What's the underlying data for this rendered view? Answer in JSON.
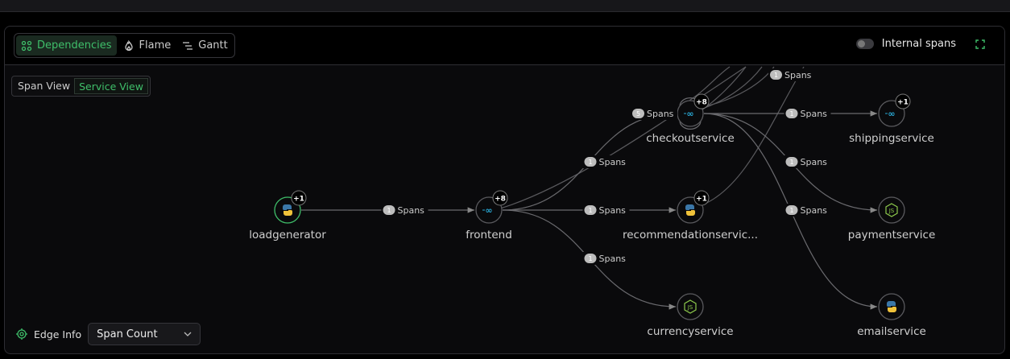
{
  "tabs": [
    {
      "label": "Dependencies",
      "icon": "dependencies-icon",
      "active": true
    },
    {
      "label": "Flame",
      "icon": "flame-icon"
    },
    {
      "label": "Gantt",
      "icon": "gantt-icon"
    }
  ],
  "internal_spans": {
    "label": "Internal spans",
    "enabled": false
  },
  "view_switch": {
    "span_view": "Span View",
    "service_view": "Service View",
    "active": "service"
  },
  "edge_info": {
    "label": "Edge Info",
    "selected": "Span Count"
  },
  "colors": {
    "accent": "#3fbf6a",
    "python": "#3b77a8",
    "go": "#29a9d6",
    "node": "#8cc84b"
  },
  "span_word": "Spans",
  "nodes": [
    {
      "id": "loadgenerator",
      "label": "loadgenerator",
      "lang": "python",
      "badge": "+1",
      "selected": true
    },
    {
      "id": "frontend",
      "label": "frontend",
      "lang": "go",
      "badge": "+8"
    },
    {
      "id": "checkoutservice",
      "label": "checkoutservice",
      "lang": "go",
      "badge": "+8"
    },
    {
      "id": "recommendationservice",
      "label": "recommendationservic...",
      "lang": "python",
      "badge": "+1"
    },
    {
      "id": "currencyservice",
      "label": "currencyservice",
      "lang": "node"
    },
    {
      "id": "shippingservice",
      "label": "shippingservice",
      "lang": "go",
      "badge": "+1"
    },
    {
      "id": "paymentservice",
      "label": "paymentservice",
      "lang": "node"
    },
    {
      "id": "emailservice",
      "label": "emailservice",
      "lang": "python"
    }
  ],
  "edges": [
    {
      "from": "loadgenerator",
      "to": "frontend",
      "count": "1"
    },
    {
      "from": "frontend",
      "to": "checkoutservice",
      "count": "1"
    },
    {
      "from": "frontend",
      "to": "recommendationservice",
      "count": "1"
    },
    {
      "from": "frontend",
      "to": "currencyservice",
      "count": "1"
    },
    {
      "from": "checkoutservice",
      "to": "checkoutservice",
      "count": "5"
    },
    {
      "from": "checkoutservice",
      "to": "shippingservice",
      "count": "1"
    },
    {
      "from": "checkoutservice",
      "to": "paymentservice",
      "count": "1"
    },
    {
      "from": "checkoutservice",
      "to": "emailservice",
      "count": "1"
    },
    {
      "from": "checkoutservice",
      "to": "offscreen",
      "count": "1"
    }
  ]
}
